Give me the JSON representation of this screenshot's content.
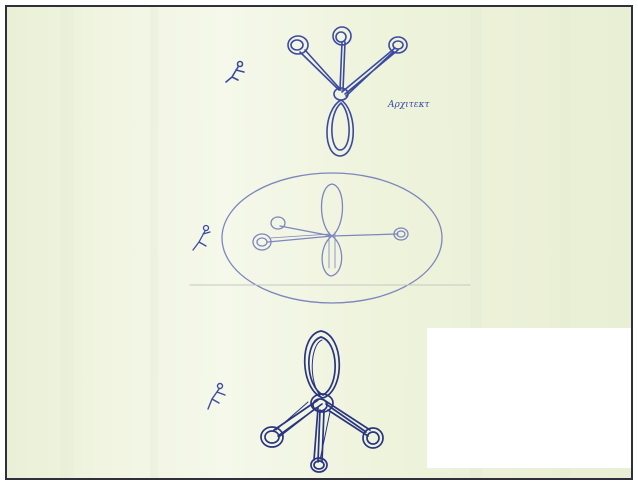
{
  "annotation": {
    "text": "Αρχιτεκτ"
  },
  "colors": {
    "paper": "#eef2dc",
    "paper_light": "#f4f7e8",
    "ink": "#3b4aa0",
    "ink_light": "#7d86bd",
    "ink_dark": "#2a3580",
    "border": "#30303a",
    "cover_patch": "#ffffff"
  },
  "figures": [
    {
      "name": "upper-sketch",
      "description_icon": "molecule-three-spokes-icon"
    },
    {
      "name": "middle-sketch",
      "description_icon": "molecule-cross-in-ellipse-icon"
    },
    {
      "name": "lower-sketch",
      "description_icon": "molecule-four-spokes-icon"
    }
  ]
}
